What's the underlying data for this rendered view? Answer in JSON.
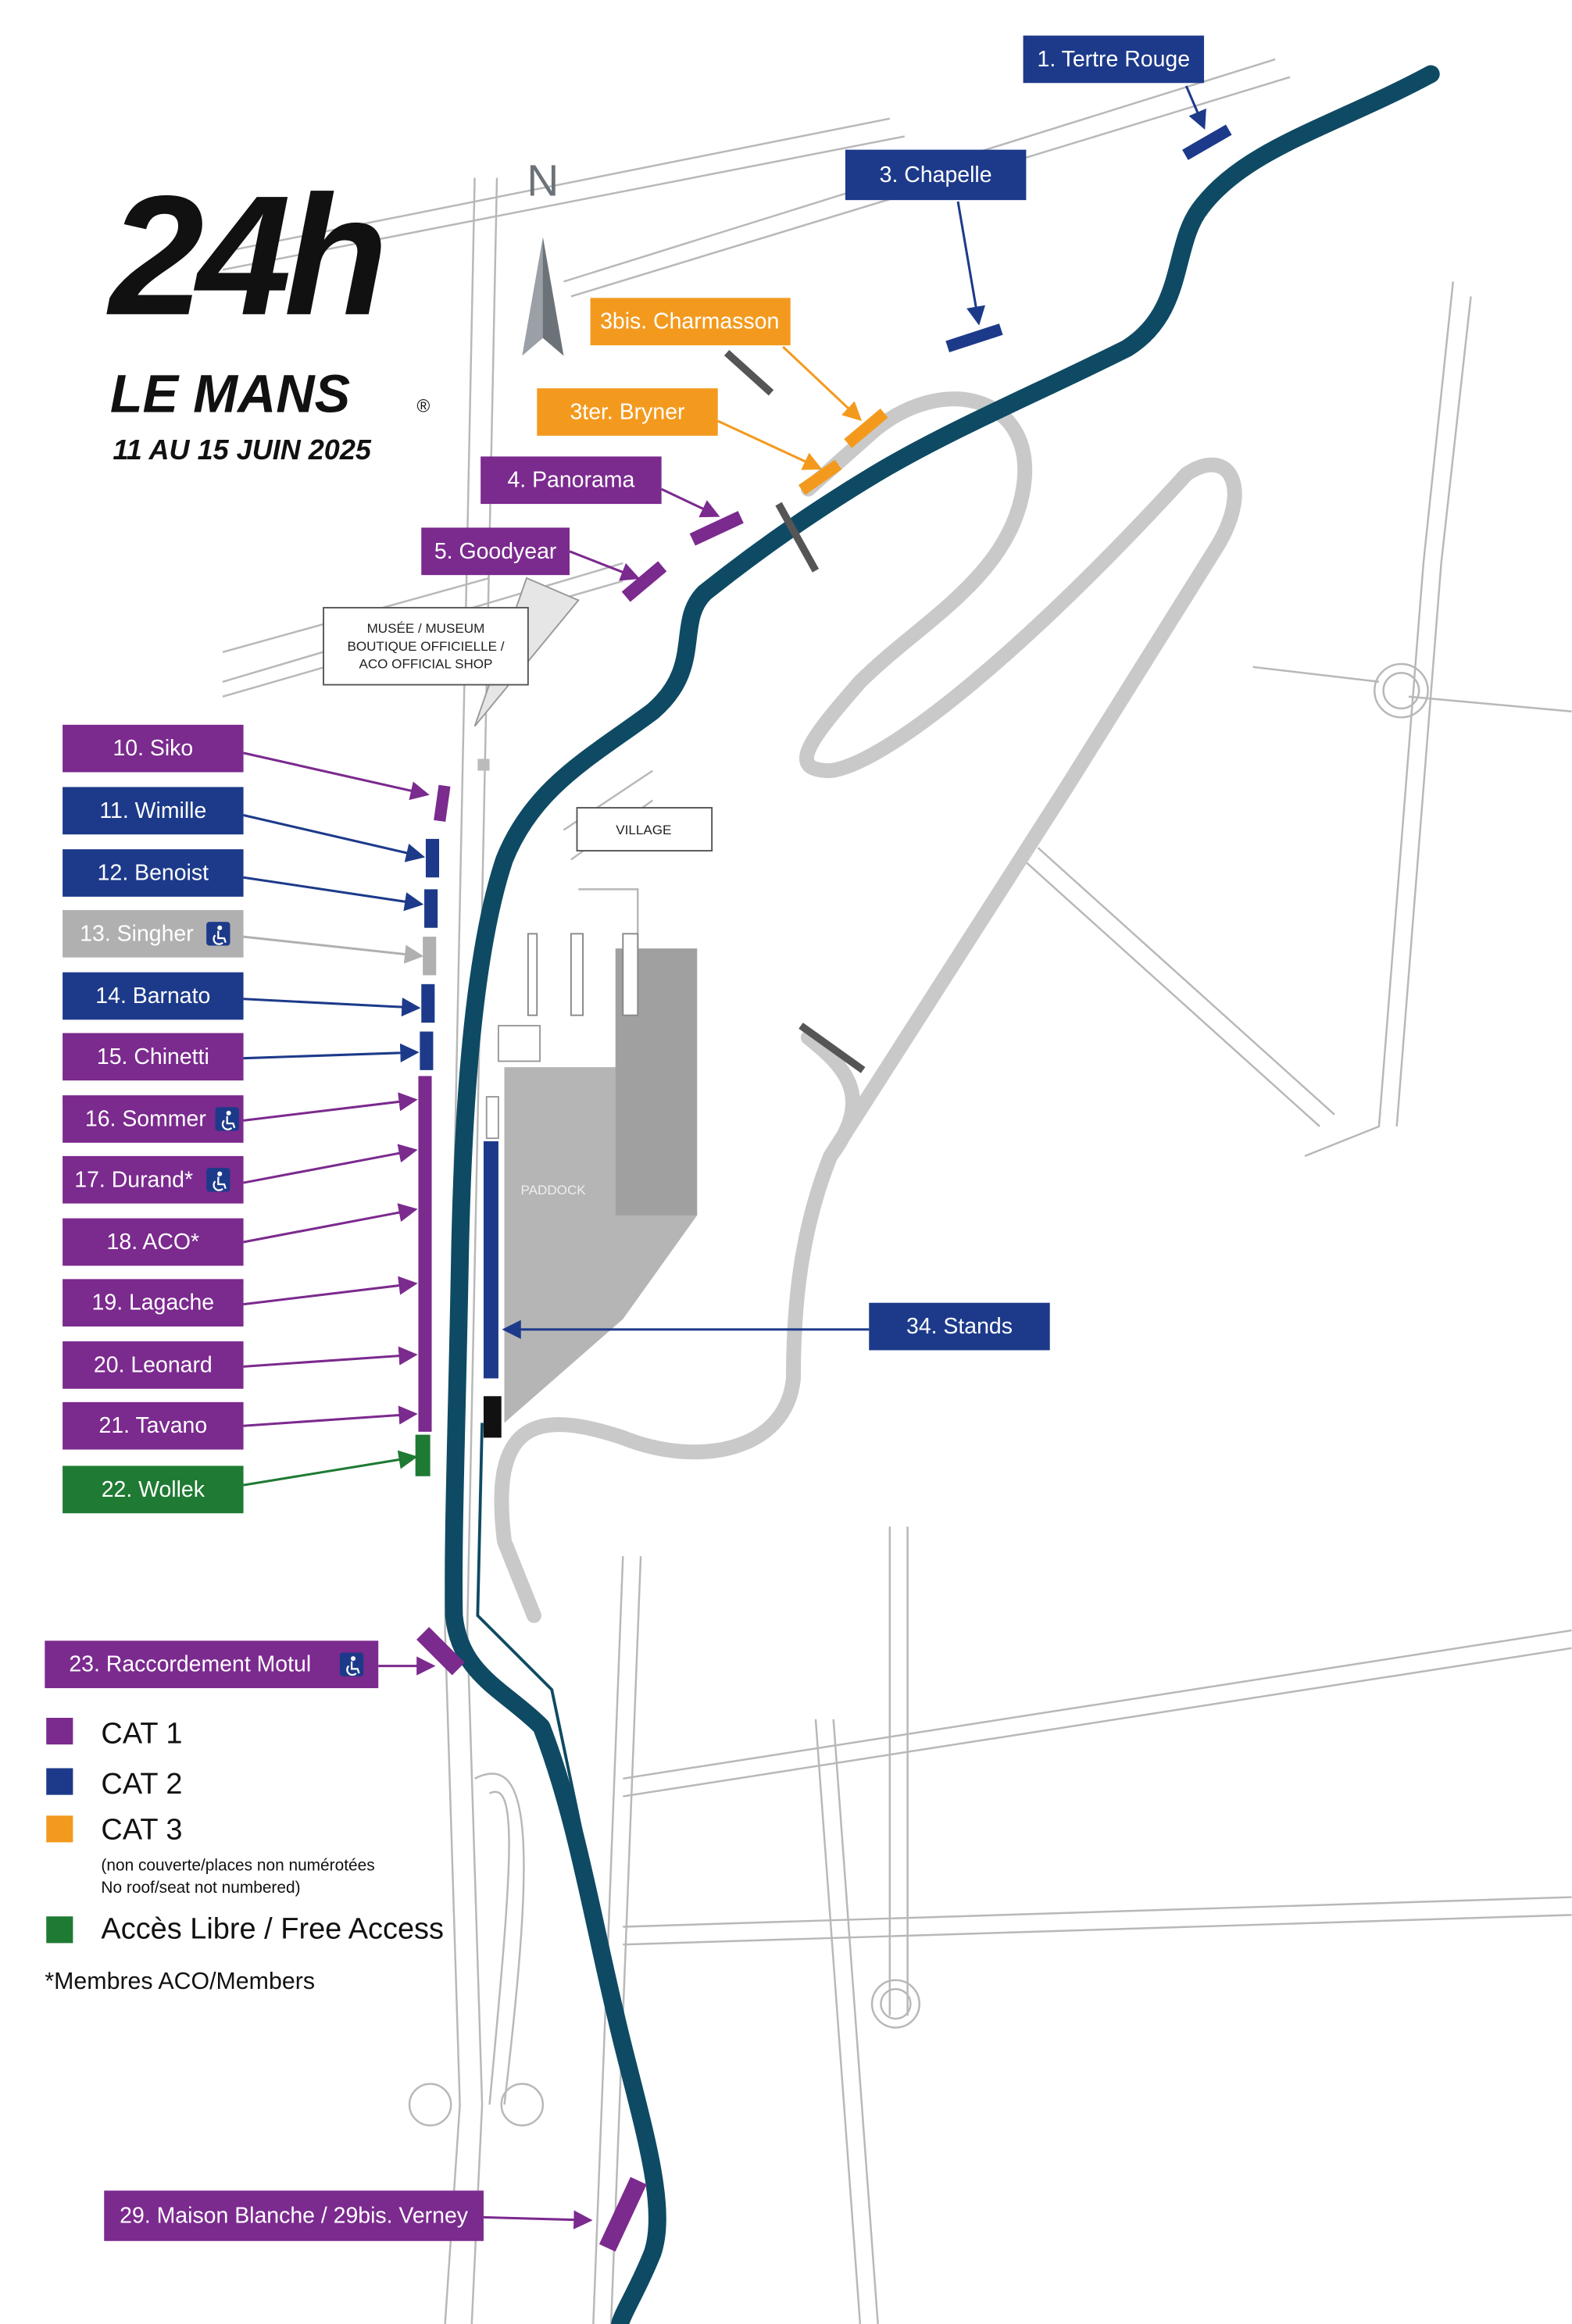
{
  "logo": {
    "main": "24h",
    "name": "LE MANS",
    "registered": "®",
    "dates": "11 AU 15 JUIN 2025"
  },
  "compass": {
    "label": "N"
  },
  "colors": {
    "cat1": "#7b2a8e",
    "cat2": "#1d3a8a",
    "cat3": "#f39a1e",
    "free": "#1f7a33",
    "gray": "#b0b0b0",
    "track": "#0e4a63"
  },
  "grandstands": {
    "tertre_rouge": "1. Tertre Rouge",
    "chapelle": "3. Chapelle",
    "charmasson": "3bis. Charmasson",
    "bryner": "3ter. Bryner",
    "panorama": "4. Panorama",
    "goodyear": "5. Goodyear",
    "siko": "10. Siko",
    "wimille": "11. Wimille",
    "benoist": "12. Benoist",
    "singher": "13. Singher",
    "barnato": "14. Barnato",
    "chinetti": "15. Chinetti",
    "sommer": "16. Sommer",
    "durand": "17. Durand*",
    "aco": "18. ACO*",
    "lagache": "19. Lagache",
    "leonard": "20. Leonard",
    "tavano": "21. Tavano",
    "wollek": "22. Wollek",
    "raccordement": "23. Raccordement Motul",
    "maison_blanche": "29. Maison Blanche / 29bis. Verney",
    "stands": "34. Stands"
  },
  "places": {
    "museum_line1": "MUSÉE / MUSEUM",
    "museum_line2": "BOUTIQUE OFFICIELLE /",
    "museum_line3": "ACO OFFICIAL SHOP",
    "village": "VILLAGE",
    "paddock": "PADDOCK"
  },
  "legend": {
    "cat1": "CAT 1",
    "cat2": "CAT 2",
    "cat3": "CAT 3",
    "cat3_note1": "(non couverte/places non numérotées",
    "cat3_note2": "No roof/seat not numbered)",
    "free": "Accès Libre / Free Access",
    "members": "*Membres ACO/Members"
  },
  "accessibility_icon": "wheelchair-icon"
}
